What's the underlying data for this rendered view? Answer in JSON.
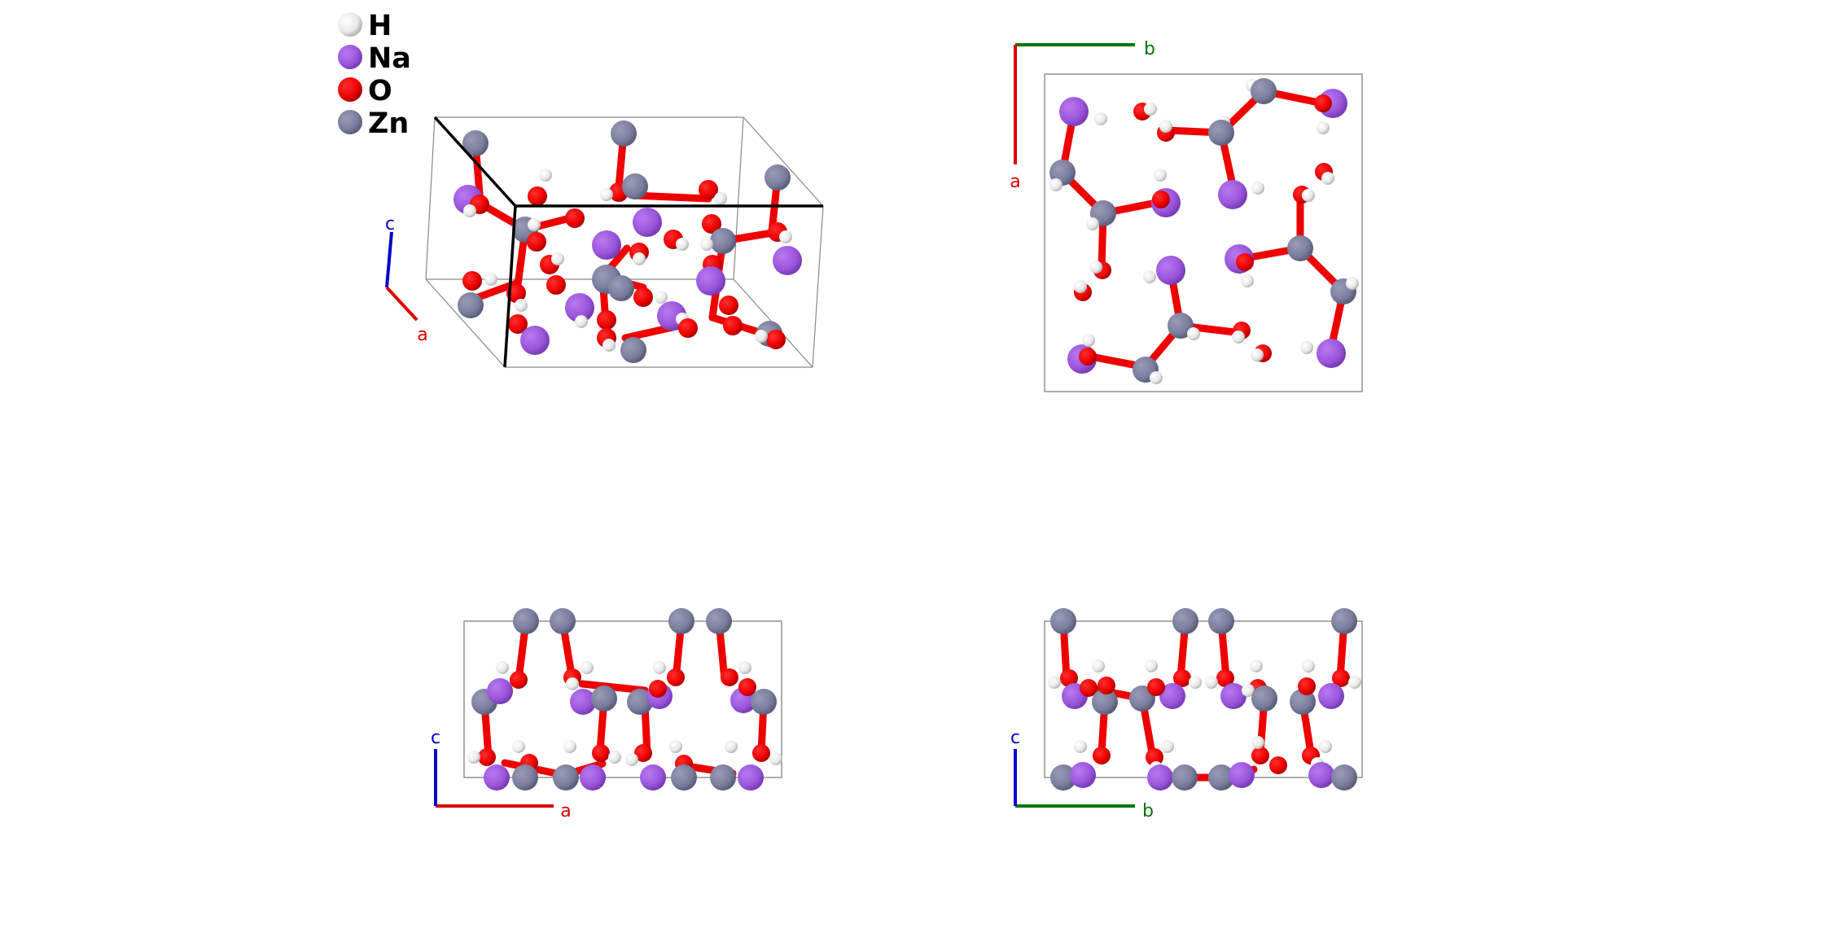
{
  "colors": {
    "H": "#f2f2f2",
    "Na": "#a05ae0",
    "O": "#ee0000",
    "Zn": "#7d80a0",
    "axis_a": "#dd0000",
    "axis_b": "#007700",
    "axis_c": "#0000cc",
    "cell": "#808080"
  },
  "legend": {
    "items": [
      {
        "element": "H",
        "label": "H"
      },
      {
        "element": "Na",
        "label": "Na"
      },
      {
        "element": "O",
        "label": "O"
      },
      {
        "element": "Zn",
        "label": "Zn"
      }
    ]
  },
  "panels": [
    {
      "name": "perspective-view",
      "axes": {
        "a": "a",
        "c": "c"
      }
    },
    {
      "name": "view-along-c",
      "axes": {
        "a": "a",
        "b": "b"
      }
    },
    {
      "name": "view-along-b",
      "axes": {
        "a": "a",
        "c": "c"
      }
    },
    {
      "name": "view-along-a",
      "axes": {
        "b": "b",
        "c": "c"
      }
    }
  ]
}
